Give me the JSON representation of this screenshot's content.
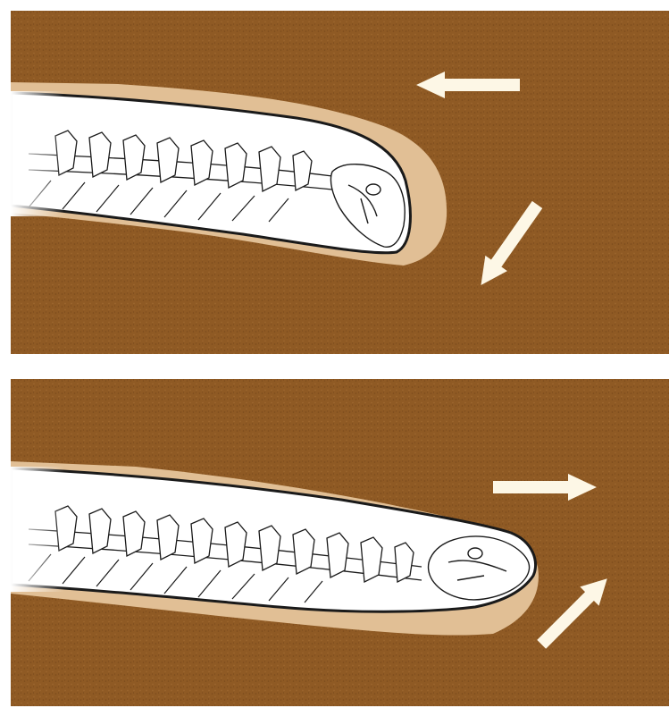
{
  "colors": {
    "soil": "#8f5a24",
    "soil_speckle": "#7a4a1c",
    "soil_light": "#a06a30",
    "sand_halo": "#e1bf95",
    "body_fill": "#ffffff",
    "outline": "#1a1a1a",
    "arrow": "#fdf7e6",
    "background": "#ffffff"
  },
  "panels": [
    {
      "label": "",
      "direction": "left",
      "arrows": [
        {
          "icon": "arrow-left-icon",
          "direction": "left"
        },
        {
          "icon": "arrow-down-left-icon",
          "direction": "down-left"
        }
      ]
    },
    {
      "label": "",
      "direction": "right",
      "arrows": [
        {
          "icon": "arrow-right-icon",
          "direction": "right"
        },
        {
          "icon": "arrow-up-right-icon",
          "direction": "up-right"
        }
      ]
    }
  ]
}
